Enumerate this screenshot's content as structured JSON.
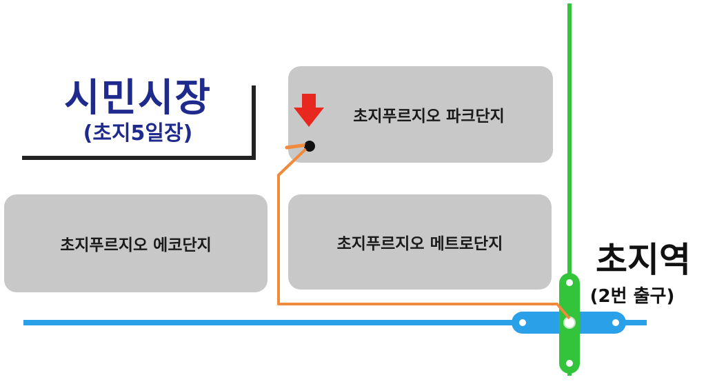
{
  "colors": {
    "block_fill": "#c8c8c8",
    "market_label": "#1e2a8c",
    "station_label": "#111111",
    "route_line": "#f08a3c",
    "subway_line_1": "#2aa0e8",
    "subway_line_2": "#34c43c",
    "destination_arrow": "#e8281e",
    "boundary_line": "#222222"
  },
  "market": {
    "name": "시민시장",
    "subname": "(초지5일장)"
  },
  "blocks": {
    "park": "초지푸르지오 파크단지",
    "eco": "초지푸르지오 에코단지",
    "metro": "초지푸르지오 메트로단지"
  },
  "station": {
    "name": "초지역",
    "exit": "(2번 출구)"
  },
  "icons": {
    "destination": "arrow-down-icon",
    "route_start": "circle-dot-icon"
  }
}
